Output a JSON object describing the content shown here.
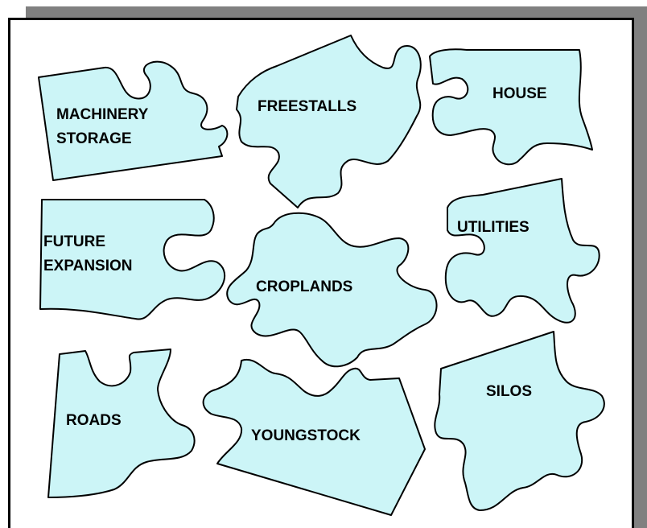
{
  "colors": {
    "piece_fill": "#ccf5f7",
    "outline": "#000000",
    "shadow": "#808080",
    "background": "#ffffff"
  },
  "pieces": {
    "machinery_storage": {
      "line1": "MACHINERY",
      "line2": "STORAGE"
    },
    "freestalls": {
      "label": "FREESTALLS"
    },
    "house": {
      "label": "HOUSE"
    },
    "future_expansion": {
      "line1": "FUTURE",
      "line2": "EXPANSION"
    },
    "croplands": {
      "label": "CROPLANDS"
    },
    "utilities": {
      "label": "UTILITIES"
    },
    "roads": {
      "label": "ROADS"
    },
    "youngstock": {
      "label": "YOUNGSTOCK"
    },
    "silos": {
      "label": "SILOS"
    }
  }
}
